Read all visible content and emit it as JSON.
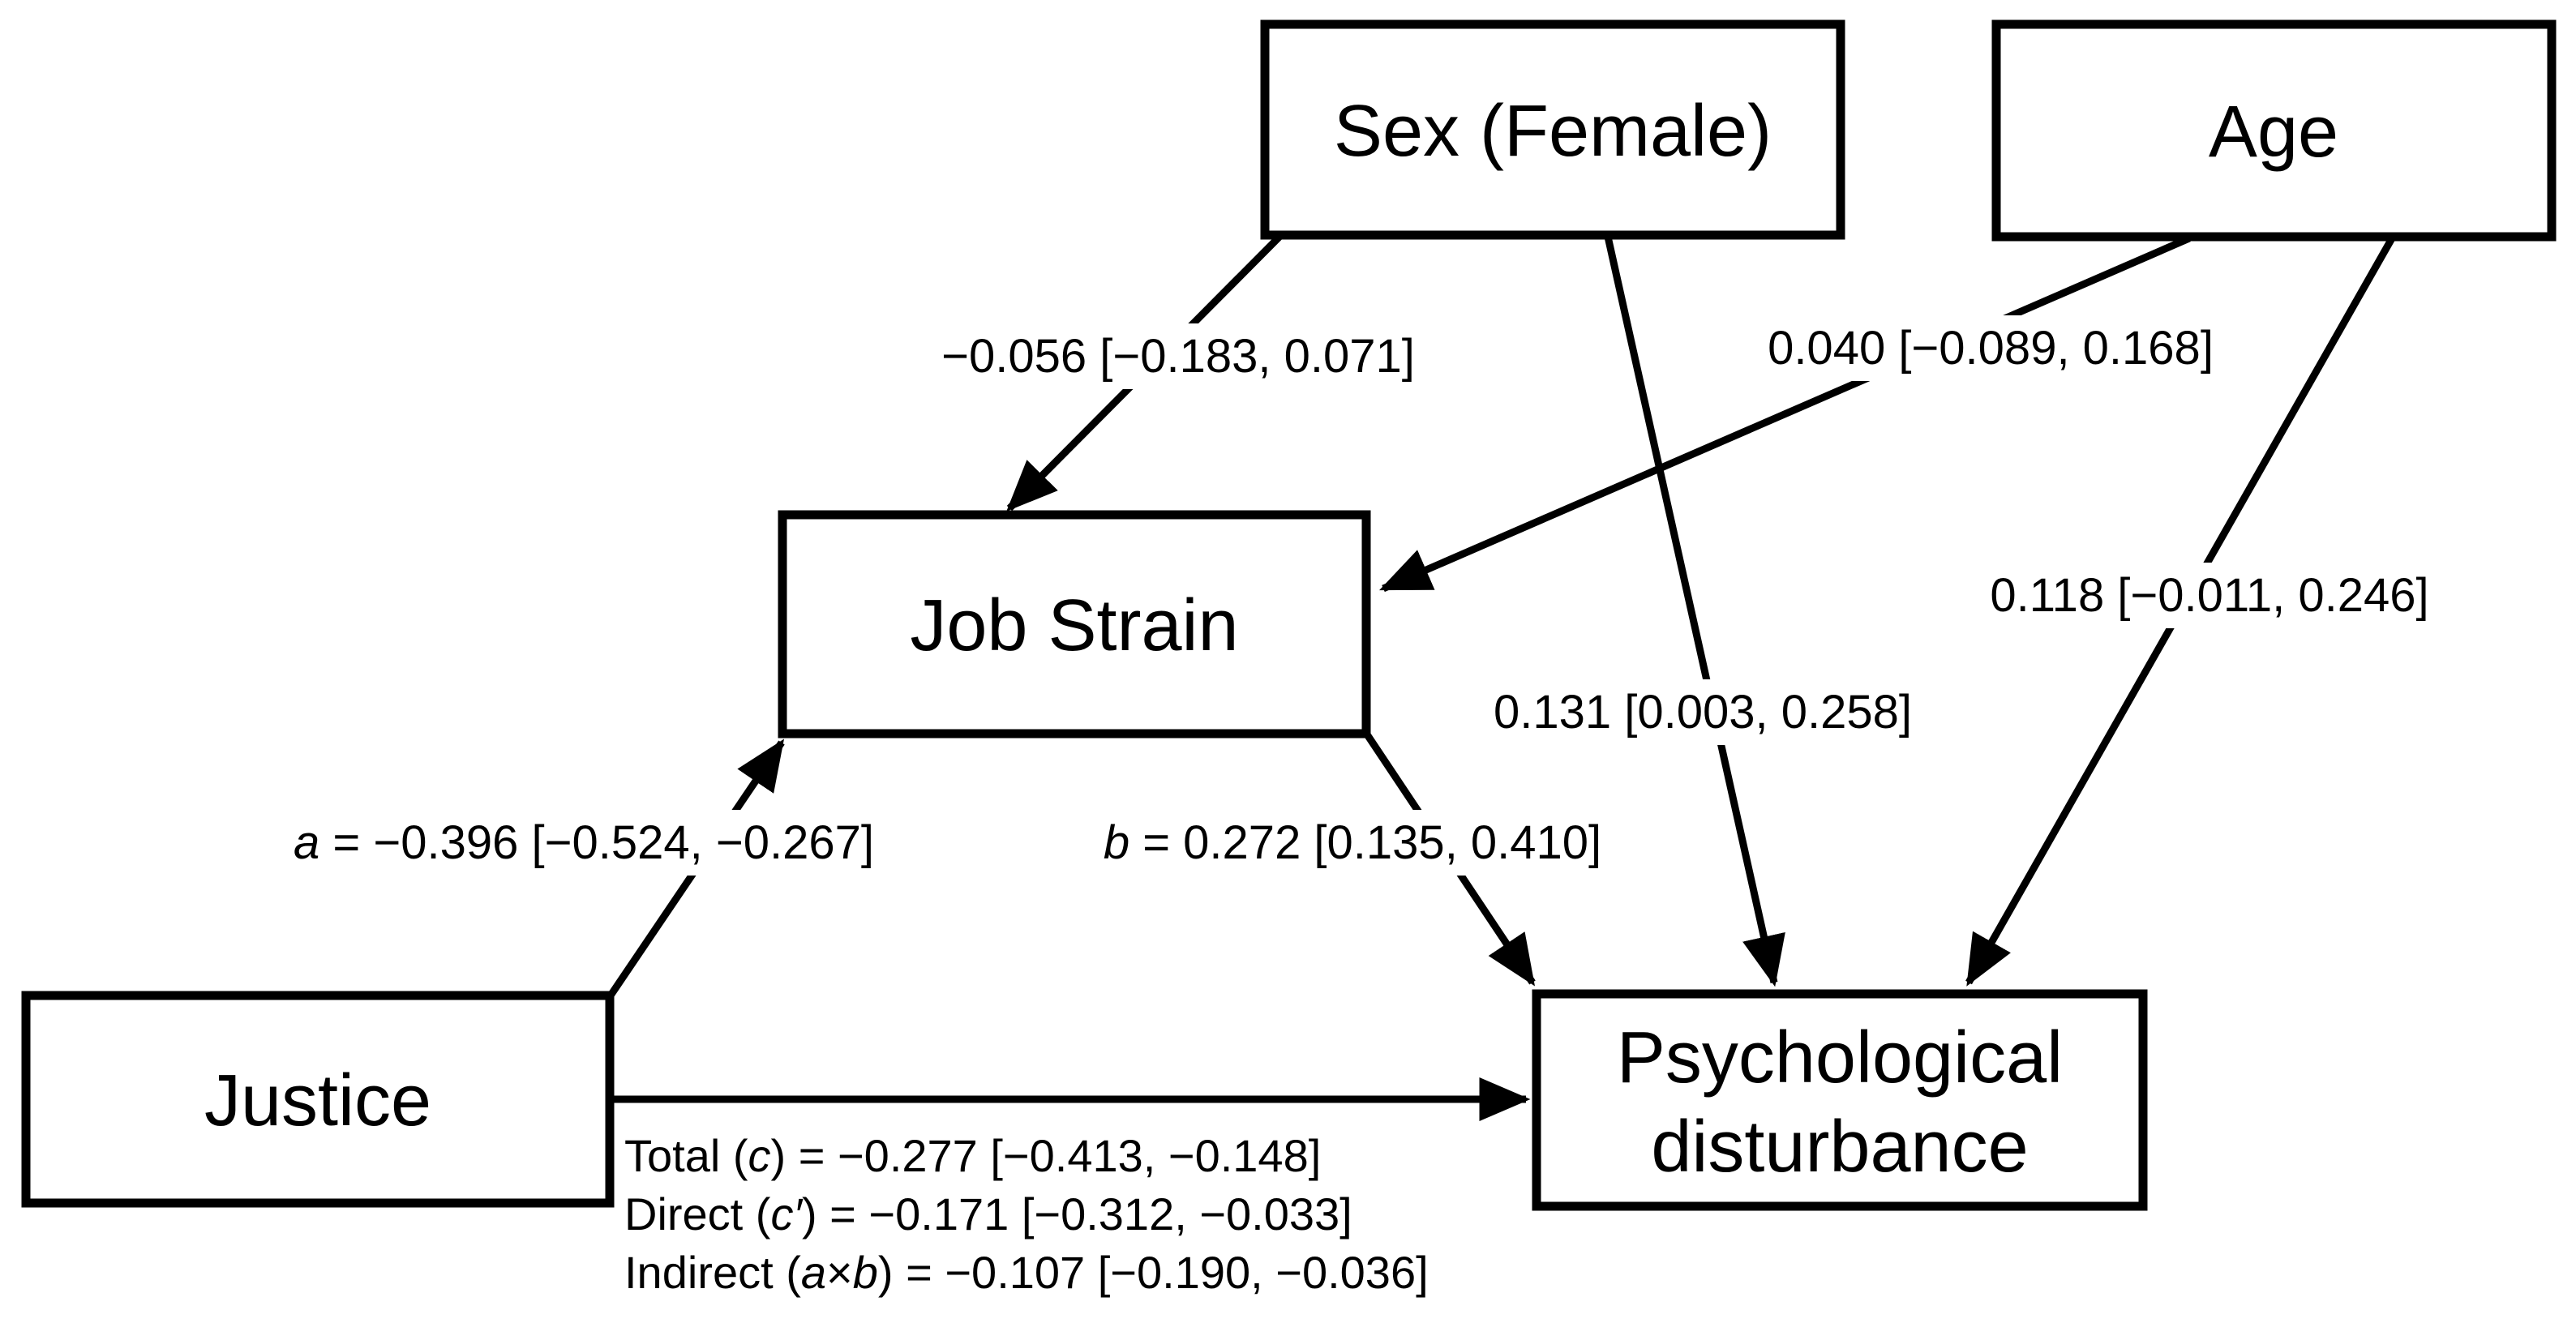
{
  "diagram": {
    "title_hint": "Mediation path model",
    "nodes": {
      "sex": {
        "label": "Sex (Female)"
      },
      "age": {
        "label": "Age"
      },
      "job_strain": {
        "label": "Job Strain"
      },
      "justice": {
        "label": "Justice"
      },
      "psych": {
        "lines": [
          "Psychological",
          "disturbance"
        ]
      }
    },
    "edges": {
      "sex_to_job_strain": {
        "label": "−0.056 [−0.183, 0.071]"
      },
      "age_to_job_strain": {
        "label": "0.040 [−0.089, 0.168]"
      },
      "sex_to_psych": {
        "label": "0.131 [0.003, 0.258]"
      },
      "age_to_psych": {
        "label": "0.118 [−0.011, 0.246]"
      },
      "justice_to_job_strain": {
        "parts": [
          {
            "t": "a",
            "i": true
          },
          {
            "t": " = −0.396 [−0.524, −0.267]",
            "i": false
          }
        ]
      },
      "job_strain_to_psych": {
        "parts": [
          {
            "t": "b",
            "i": true
          },
          {
            "t": " = 0.272 [0.135, 0.410]",
            "i": false
          }
        ]
      },
      "justice_to_psych": {
        "lines": [
          {
            "parts": [
              {
                "t": "Total (",
                "i": false
              },
              {
                "t": "c",
                "i": true
              },
              {
                "t": ") = −0.277 [−0.413, −0.148]",
                "i": false
              }
            ]
          },
          {
            "parts": [
              {
                "t": "Direct (",
                "i": false
              },
              {
                "t": "c′",
                "i": true
              },
              {
                "t": ") = −0.171 [−0.312, −0.033]",
                "i": false
              }
            ]
          },
          {
            "parts": [
              {
                "t": "Indirect (",
                "i": false
              },
              {
                "t": "a",
                "i": true
              },
              {
                "t": "×",
                "i": false
              },
              {
                "t": "b",
                "i": true
              },
              {
                "t": ") = −0.107 [−0.190, −0.036]",
                "i": false
              }
            ]
          }
        ]
      }
    },
    "colors": {
      "line": "#000000",
      "box_fill": "#ffffff",
      "text": "#000000",
      "background": "#ffffff"
    }
  }
}
